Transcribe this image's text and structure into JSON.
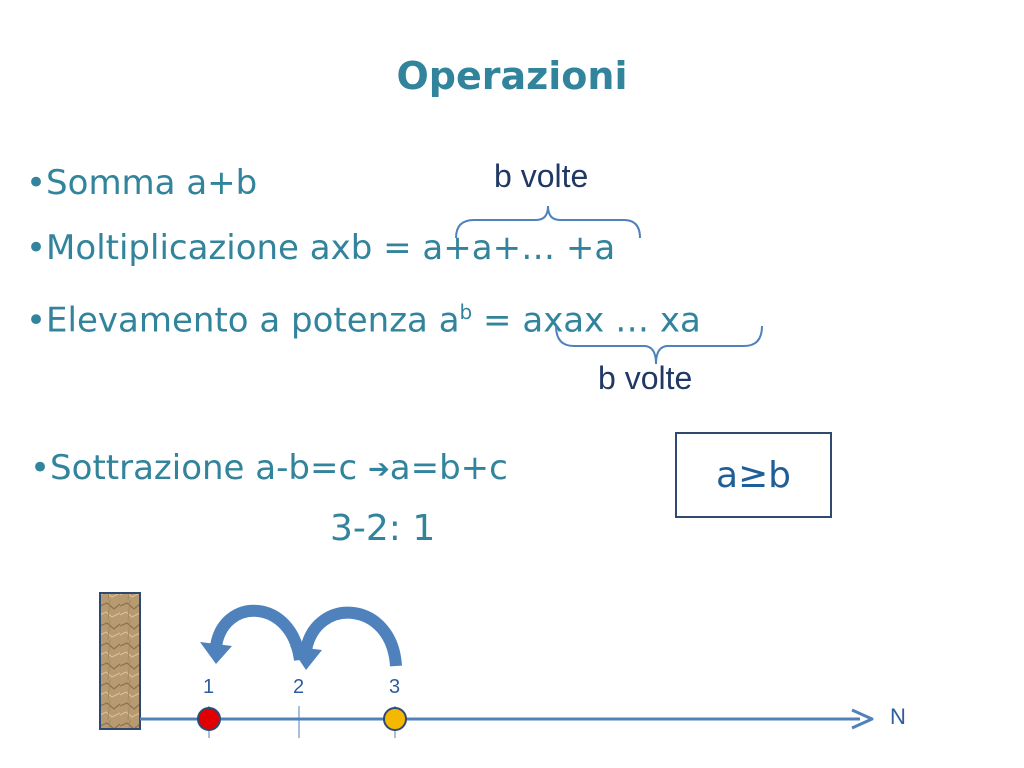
{
  "slide": {
    "title": "Operazioni",
    "bullets": {
      "somma": "•Somma a+b",
      "moltiplicazione": "•Moltiplicazione axb = a+a+… +a",
      "elevamento_pre": "•Elevamento a potenza a",
      "elevamento_sup": "b",
      "elevamento_post": " = axax … xa",
      "sottrazione": "•Sottrazione a-b=c ",
      "sottrazione_arrow": "➔",
      "sottrazione_post": "a=b+c"
    },
    "brace_labels": {
      "top": "b volte",
      "bottom": "b volte"
    },
    "condition_box": "a≥b",
    "example": "3-2: 1",
    "number_line": {
      "tick_labels": [
        "1",
        "2",
        "3"
      ],
      "axis_label": "N"
    }
  },
  "colors": {
    "teal_text": "#31849b",
    "navy_text": "#1f3864",
    "arrow_blue": "#4f81bd",
    "red_point": "#e00000",
    "yellow_point": "#f5b800"
  }
}
